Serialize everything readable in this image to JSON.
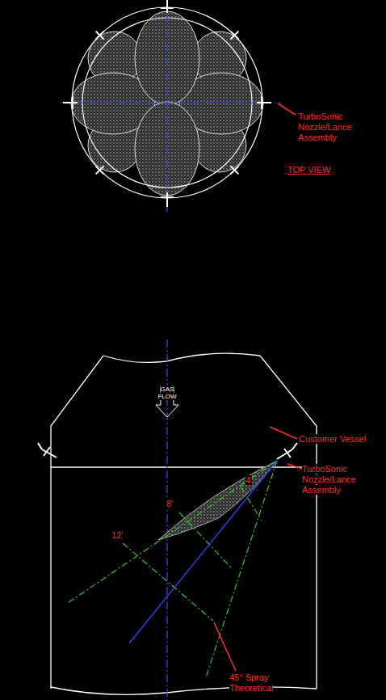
{
  "diagram": {
    "labels": [
      "TurboSonic Nozzle/Lance Assembly",
      "TOP VIEW",
      "GAS FLOW",
      "Customer Vessel",
      "TurboSonic Nozzle/Lance Assembly",
      "4'",
      "8'",
      "12'",
      "45° Spray Theoretical"
    ]
  }
}
